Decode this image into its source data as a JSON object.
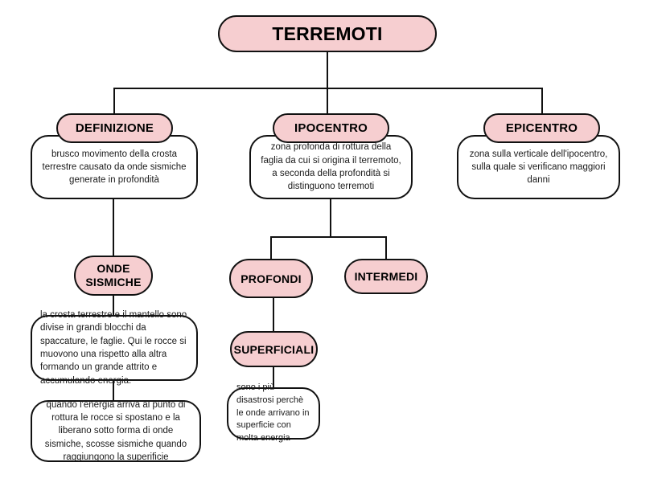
{
  "diagram": {
    "title": "TERREMOTI",
    "type": "concept-map",
    "colors": {
      "node_fill": "#f6ced0",
      "node_border": "#111111",
      "detail_fill": "#ffffff",
      "connector": "#111111",
      "background": "#ffffff",
      "text": "#000000"
    },
    "root": {
      "label": "TERREMOTI"
    },
    "branches": [
      {
        "key": "definizione",
        "label": "DEFINIZIONE",
        "detail": "brusco movimento della crosta terrestre causato da onde sismiche generate in profondità",
        "children": [
          {
            "key": "onde_sismiche",
            "label": "ONDE SISMICHE",
            "label_line1": "ONDE",
            "label_line2": "SISMICHE",
            "details": [
              "la crosta terrestre e il mantello sono divise in grandi blocchi da spaccature, le faglie. Qui le rocce si muovono una rispetto alla altra formando un grande attrito e accumulando energia.",
              "quando l'energia arriva al punto di rottura le rocce si spostano e la liberano sotto forma di onde sismiche, scosse sismiche quando raggiungono la superificie"
            ]
          }
        ]
      },
      {
        "key": "ipocentro",
        "label": "IPOCENTRO",
        "detail": "zona profonda di rottura della faglia da cui si origina il terremoto, a seconda della profondità si distinguono terremoti",
        "children": [
          {
            "key": "profondi",
            "label": "PROFONDI",
            "children": [
              {
                "key": "superficiali",
                "label": "SUPERFICIALI",
                "detail": "sono i più disastrosi perchè le onde arrivano in superficie con molta energia"
              }
            ]
          },
          {
            "key": "intermedi",
            "label": "INTERMEDI"
          }
        ]
      },
      {
        "key": "epicentro",
        "label": "EPICENTRO",
        "detail": "zona sulla verticale dell'ipocentro, sulla quale si verificano maggiori danni"
      }
    ]
  }
}
